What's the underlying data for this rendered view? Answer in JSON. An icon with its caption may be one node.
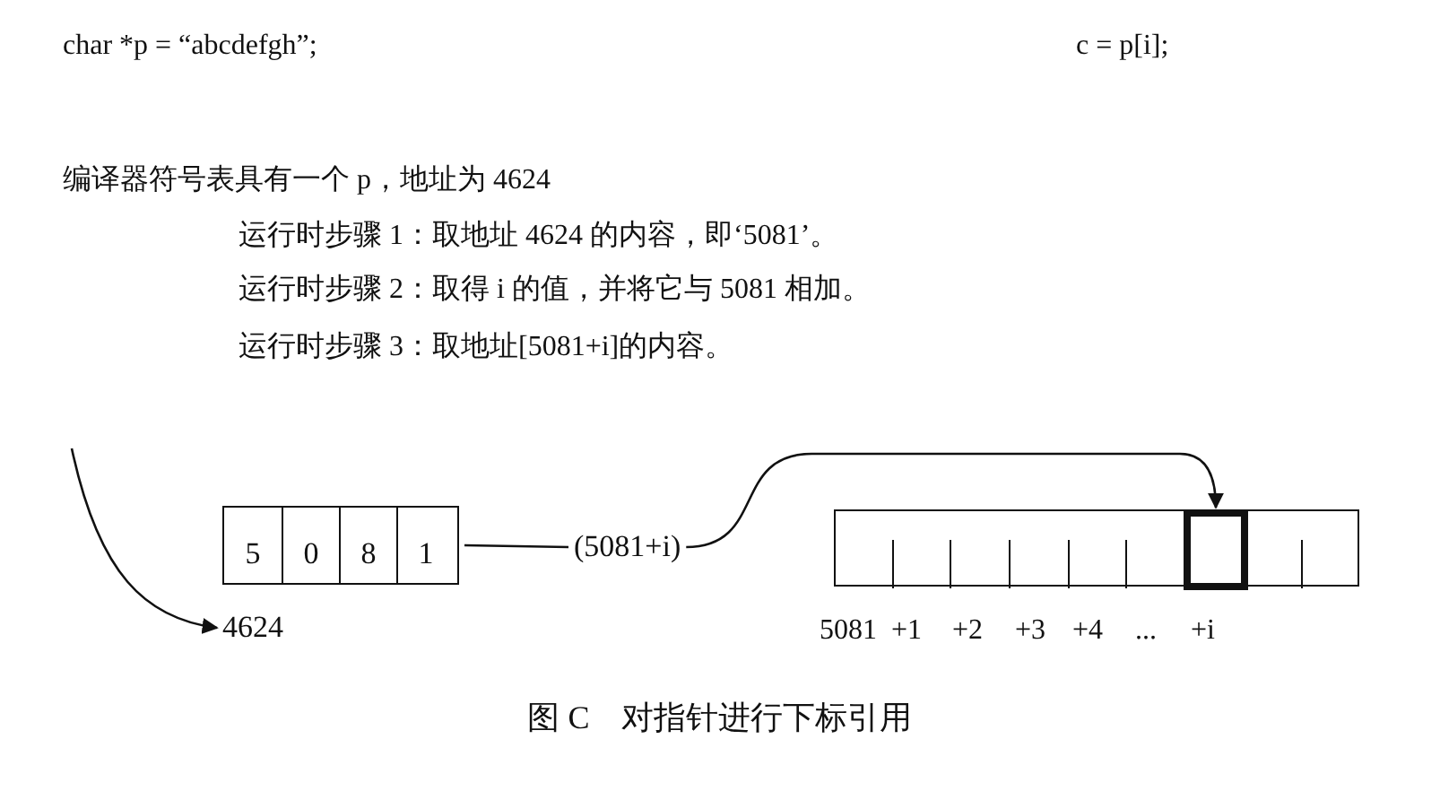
{
  "diagram": {
    "caption": "图 C　对指针进行下标引用",
    "nodes": [
      {
        "text": [
          "5",
          "0",
          "8",
          "1"
        ]
      },
      {
        "text": [
          "4624"
        ]
      },
      {
        "text": [
          "(5081+i)"
        ]
      },
      {
        "text": [],
        "shape": "box"
      },
      {
        "text": [],
        "shape": "box",
        "in": 3
      }
    ],
    "edges": [
      {
        "from": null,
        "to": 1,
        "arrow": "to"
      },
      {
        "from": 0,
        "to": 2,
        "arrow": "none"
      },
      {
        "from": 2,
        "to": 4,
        "arrow": "to"
      }
    ],
    "labels": [
      "char *p = “abcdefgh”;",
      "c = p[i];",
      "编译器符号表具有一个 p，地址为 4624",
      "运行时步骤 1：取地址 4624 的内容，即‘5081’。",
      "运行时步骤 2：取得 i 的值，并将它与 5081 相加。",
      "运行时步骤 3：取地址[5081+i]的内容。",
      "5081",
      "+1",
      "+2",
      "+3",
      "+4",
      "...",
      "+i"
    ]
  }
}
